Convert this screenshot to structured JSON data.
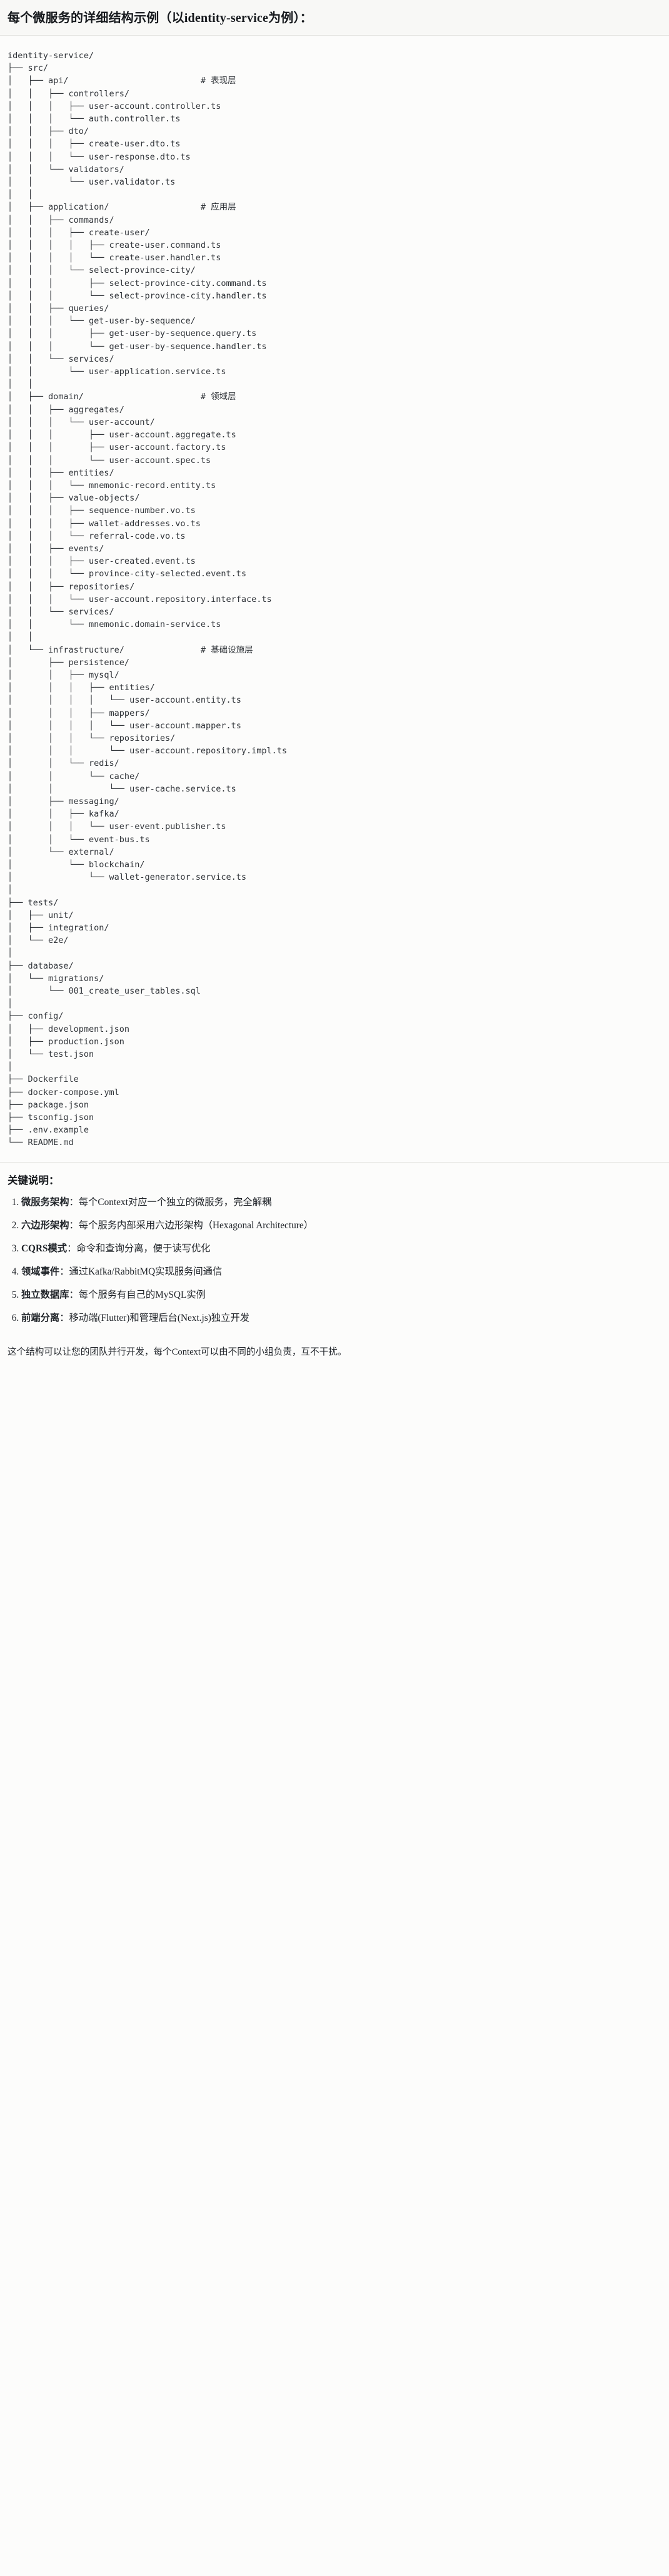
{
  "header": {
    "title": "每个微服务的详细结构示例（以identity-service为例）："
  },
  "tree": {
    "root_label": "identity-service/",
    "text": "identity-service/\n├── src/\n│   ├── api/                          # 表现层\n│   │   ├── controllers/\n│   │   │   ├── user-account.controller.ts\n│   │   │   └── auth.controller.ts\n│   │   ├── dto/\n│   │   │   ├── create-user.dto.ts\n│   │   │   └── user-response.dto.ts\n│   │   └── validators/\n│   │       └── user.validator.ts\n│   │\n│   ├── application/                  # 应用层\n│   │   ├── commands/\n│   │   │   ├── create-user/\n│   │   │   │   ├── create-user.command.ts\n│   │   │   │   └── create-user.handler.ts\n│   │   │   └── select-province-city/\n│   │   │       ├── select-province-city.command.ts\n│   │   │       └── select-province-city.handler.ts\n│   │   ├── queries/\n│   │   │   └── get-user-by-sequence/\n│   │   │       ├── get-user-by-sequence.query.ts\n│   │   │       └── get-user-by-sequence.handler.ts\n│   │   └── services/\n│   │       └── user-application.service.ts\n│   │\n│   ├── domain/                       # 领域层\n│   │   ├── aggregates/\n│   │   │   └── user-account/\n│   │   │       ├── user-account.aggregate.ts\n│   │   │       ├── user-account.factory.ts\n│   │   │       └── user-account.spec.ts\n│   │   ├── entities/\n│   │   │   └── mnemonic-record.entity.ts\n│   │   ├── value-objects/\n│   │   │   ├── sequence-number.vo.ts\n│   │   │   ├── wallet-addresses.vo.ts\n│   │   │   └── referral-code.vo.ts\n│   │   ├── events/\n│   │   │   ├── user-created.event.ts\n│   │   │   └── province-city-selected.event.ts\n│   │   ├── repositories/\n│   │   │   └── user-account.repository.interface.ts\n│   │   └── services/\n│   │       └── mnemonic.domain-service.ts\n│   │\n│   └── infrastructure/               # 基础设施层\n│       ├── persistence/\n│       │   ├── mysql/\n│       │   │   ├── entities/\n│       │   │   │   └── user-account.entity.ts\n│       │   │   ├── mappers/\n│       │   │   │   └── user-account.mapper.ts\n│       │   │   └── repositories/\n│       │   │       └── user-account.repository.impl.ts\n│       │   └── redis/\n│       │       └── cache/\n│       │           └── user-cache.service.ts\n│       ├── messaging/\n│       │   ├── kafka/\n│       │   │   └── user-event.publisher.ts\n│       │   └── event-bus.ts\n│       └── external/\n│           └── blockchain/\n│               └── wallet-generator.service.ts\n│\n├── tests/\n│   ├── unit/\n│   ├── integration/\n│   └── e2e/\n│\n├── database/\n│   └── migrations/\n│       └── 001_create_user_tables.sql\n│\n├── config/\n│   ├── development.json\n│   ├── production.json\n│   └── test.json\n│\n├── Dockerfile\n├── docker-compose.yml\n├── package.json\n├── tsconfig.json\n├── .env.example\n└── README.md",
    "layer_comments": [
      {
        "path": "api/",
        "comment": "# 表现层"
      },
      {
        "path": "application/",
        "comment": "# 应用层"
      },
      {
        "path": "domain/",
        "comment": "# 领域层"
      },
      {
        "path": "infrastructure/",
        "comment": "# 基础设施层"
      }
    ]
  },
  "notes": {
    "title": "关键说明：",
    "items": [
      {
        "bold": "微服务架构",
        "rest": "：每个Context对应一个独立的微服务，完全解耦"
      },
      {
        "bold": "六边形架构",
        "rest": "：每个服务内部采用六边形架构（Hexagonal Architecture）"
      },
      {
        "bold": "CQRS模式",
        "rest": "：命令和查询分离，便于读写优化"
      },
      {
        "bold": "领域事件",
        "rest": "：通过Kafka/RabbitMQ实现服务间通信"
      },
      {
        "bold": "独立数据库",
        "rest": "：每个服务有自己的MySQL实例"
      },
      {
        "bold": "前端分离",
        "rest": "：移动端(Flutter)和管理后台(Next.js)独立开发"
      }
    ],
    "closing": "这个结构可以让您的团队并行开发，每个Context可以由不同的小组负责，互不干扰。"
  },
  "colors": {
    "page_bg": "#fcfcfb",
    "header_bg": "#f8f8f6",
    "rule": "#e3e3df",
    "code_text": "#2f3338",
    "body_text": "#1f2328"
  }
}
